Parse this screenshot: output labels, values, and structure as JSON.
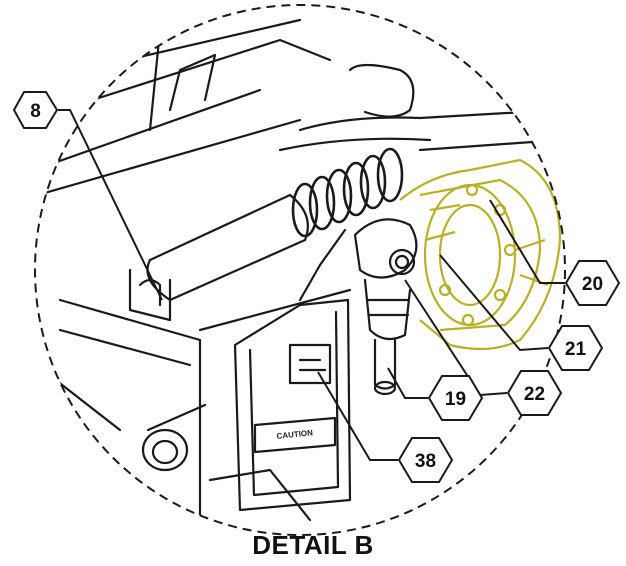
{
  "caption": "DETAIL B",
  "callouts": [
    "8",
    "20",
    "21",
    "22",
    "19",
    "38"
  ],
  "tag_text": "CAUTION",
  "colors": {
    "highlight": "#c8c23a",
    "line": "#1a1a1a",
    "background": "#ffffff"
  }
}
